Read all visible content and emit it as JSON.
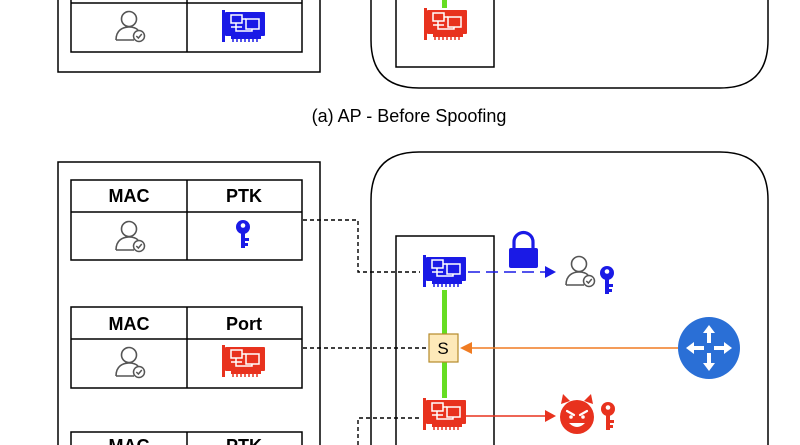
{
  "caption_a": "(a) AP - Before Spoofing",
  "table1": {
    "col1": "MAC",
    "col2": "PTK"
  },
  "table2": {
    "col1": "MAC",
    "col2": "Port"
  },
  "table3": {
    "col1": "MAC",
    "col2": "PTK"
  },
  "switch_label": "S",
  "colors": {
    "blue": "#1a1ae6",
    "red": "#e8321e",
    "green": "#66dd22",
    "orange": "#f07c22",
    "router": "#2a6fd6",
    "switch_fill": "#fde9b9"
  }
}
